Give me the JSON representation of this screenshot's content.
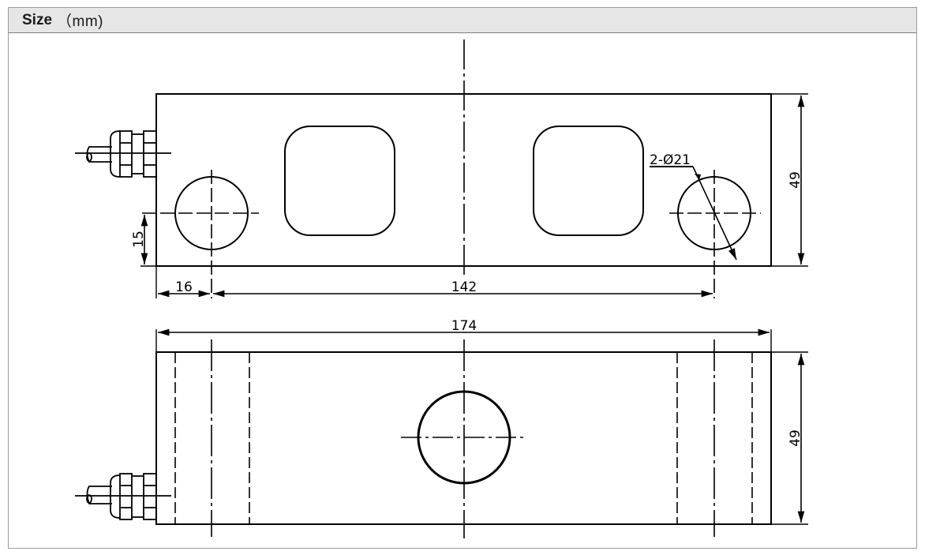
{
  "header": {
    "title": "Size",
    "unit": "（mm)"
  },
  "drawing": {
    "units": "mm",
    "line_color": "#000000",
    "top_view": {
      "dimensions": {
        "height": "49",
        "hole_offset_y": "15",
        "hole_offset_x": "16",
        "hole_spacing": "142"
      },
      "hole_callout": "2-Ø21"
    },
    "front_view": {
      "dimensions": {
        "overall_length": "174",
        "height": "49"
      }
    }
  }
}
